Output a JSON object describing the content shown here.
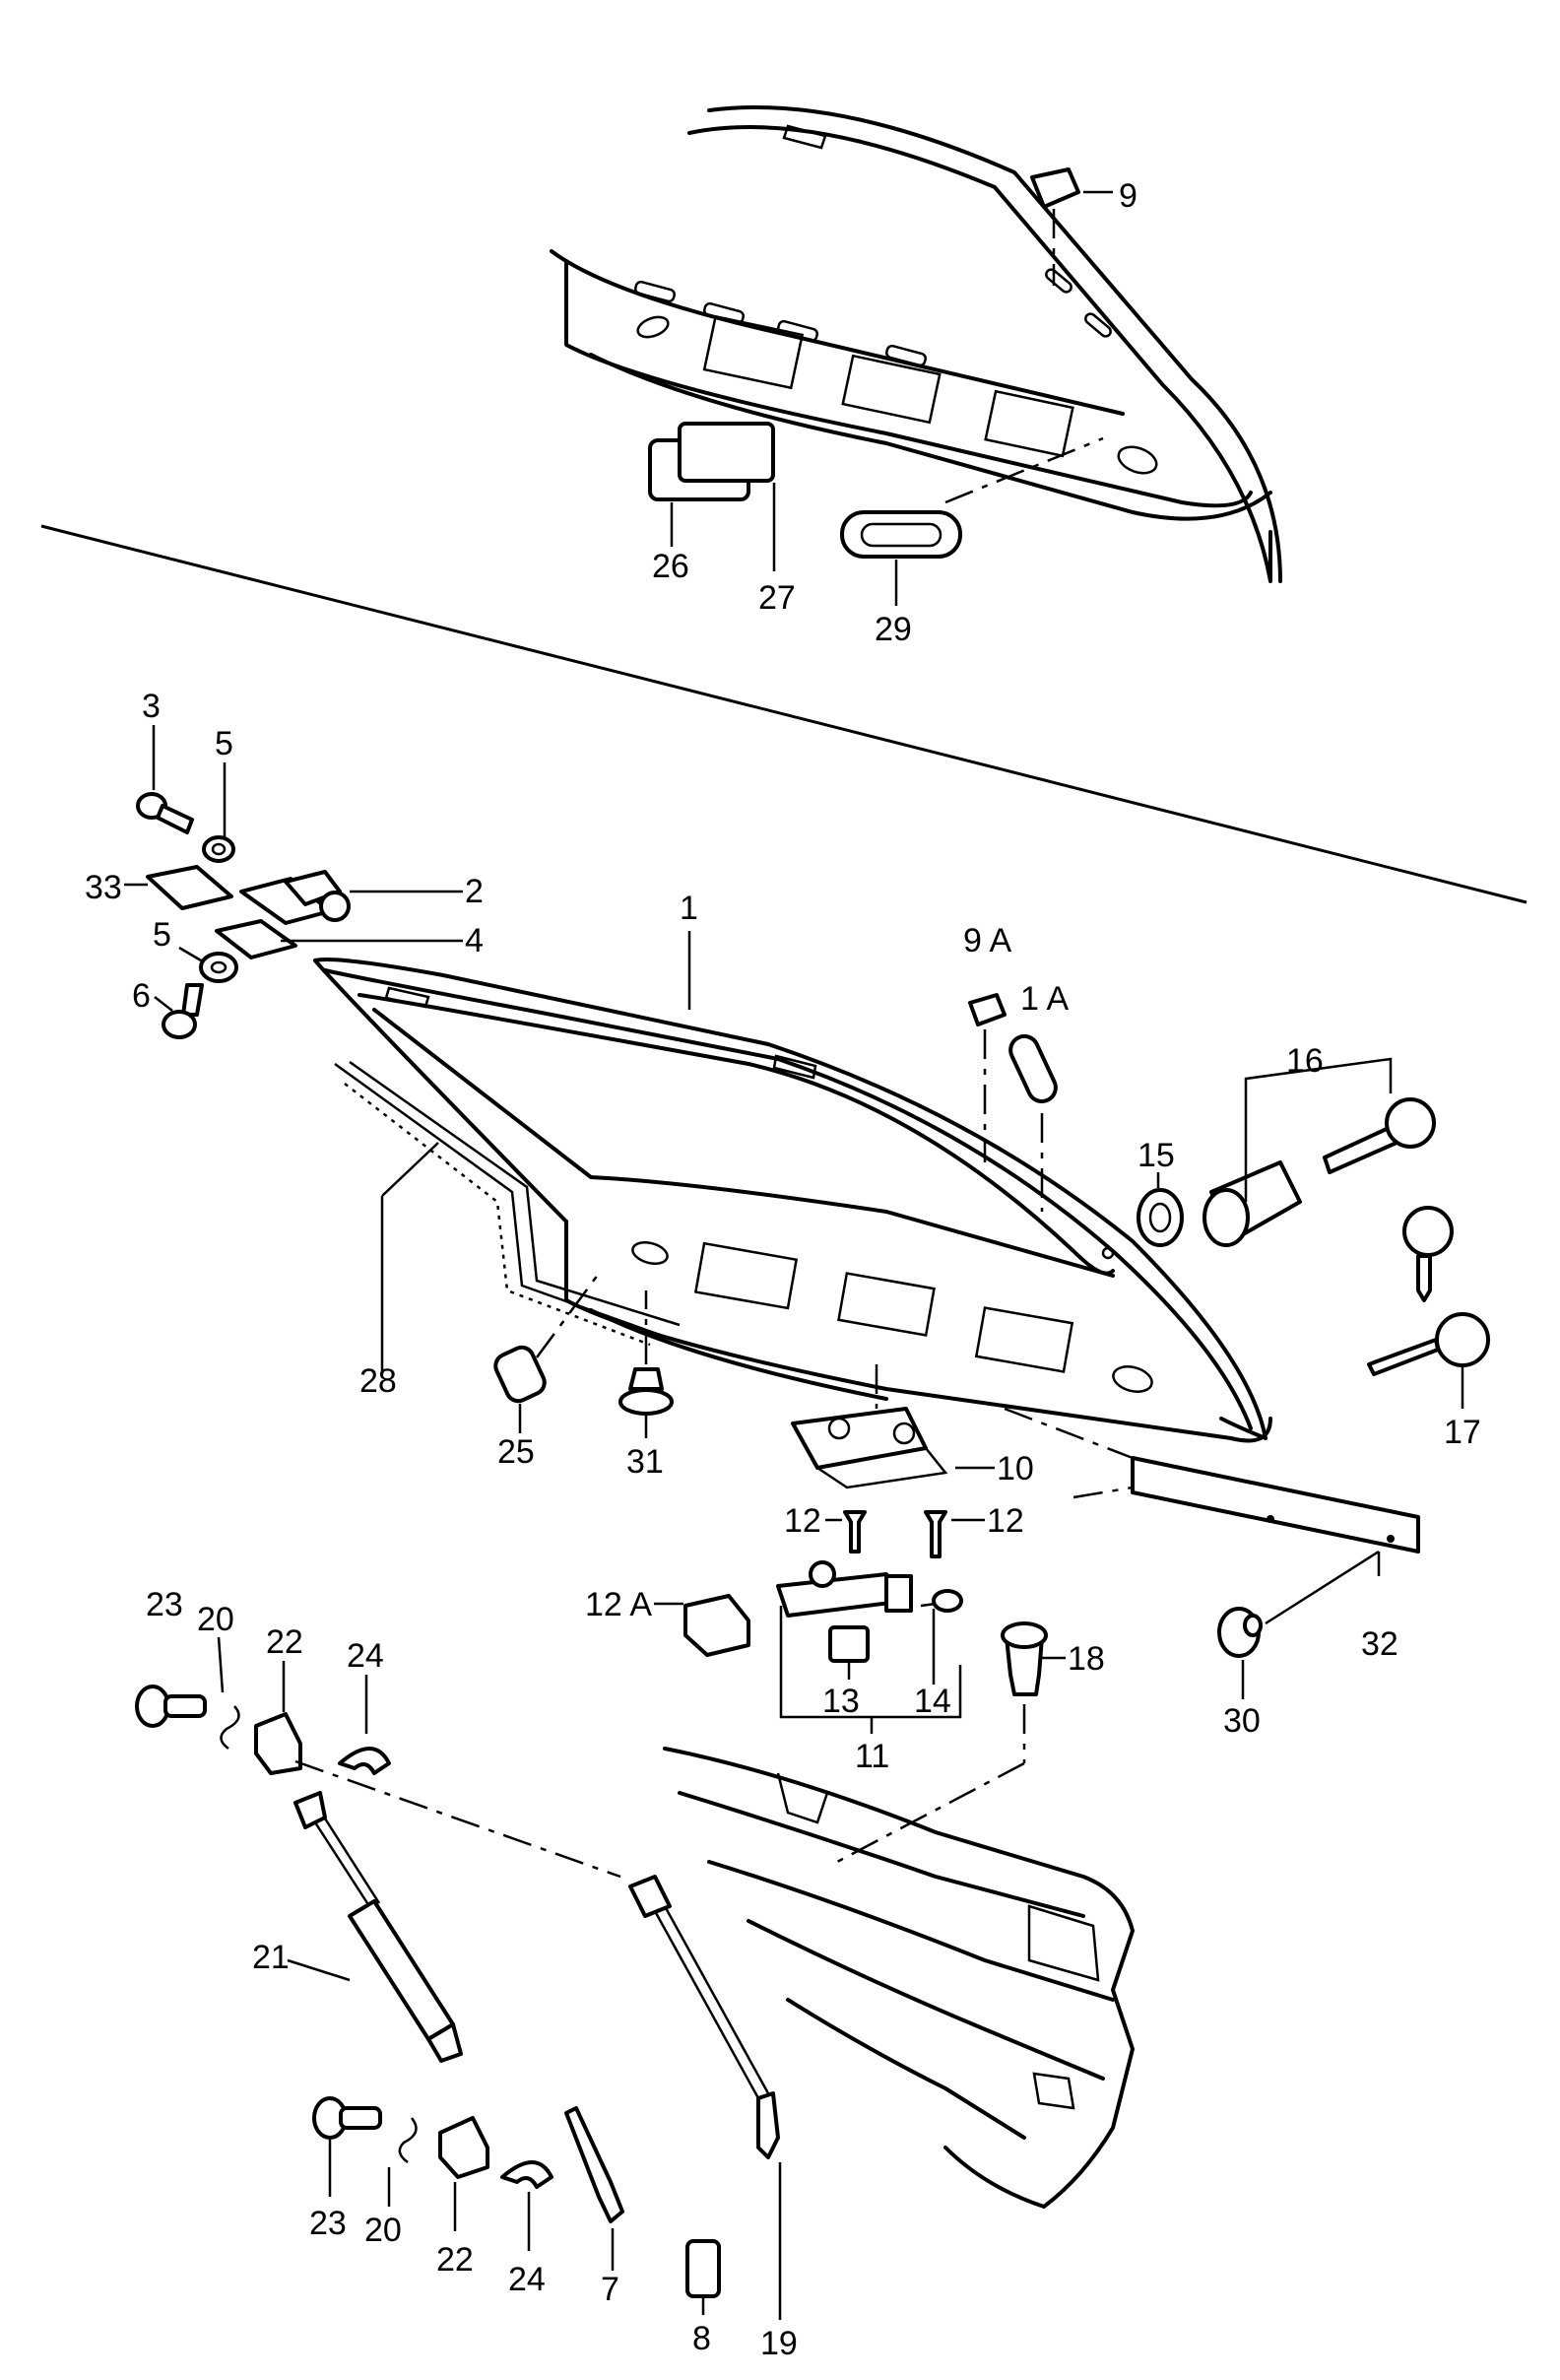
{
  "callouts": {
    "c1": "1",
    "c1A": "1 A",
    "c2": "2",
    "c3": "3",
    "c4": "4",
    "c5a": "5",
    "c5b": "5",
    "c6": "6",
    "c7": "7",
    "c8": "8",
    "c9": "9",
    "c9A": "9 A",
    "c10": "10",
    "c11": "11",
    "c12a": "12",
    "c12b": "12",
    "c12A": "12 A",
    "c13": "13",
    "c14": "14",
    "c15": "15",
    "c16": "16",
    "c17": "17",
    "c18": "18",
    "c19": "19",
    "c20a": "20",
    "c20b": "20",
    "c21": "21",
    "c22a": "22",
    "c22b": "22",
    "c23a": "23",
    "c23b": "23",
    "c24a": "24",
    "c24b": "24",
    "c25": "25",
    "c26": "26",
    "c27": "27",
    "c28": "28",
    "c29": "29",
    "c30": "30",
    "c31": "31",
    "c32": "32",
    "c33": "33"
  }
}
